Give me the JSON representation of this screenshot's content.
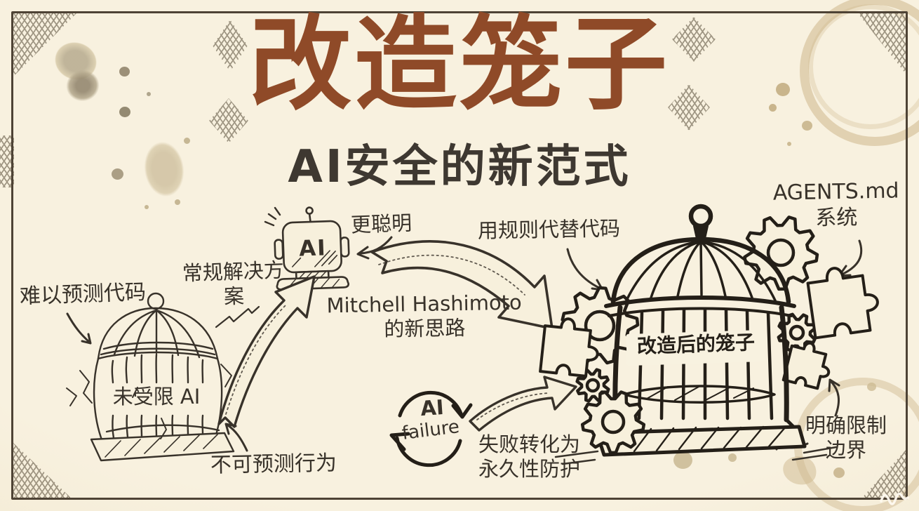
{
  "header": {
    "title": "改造笼子",
    "subtitle": "AI安全的新范式"
  },
  "left": {
    "note_top": "难以预测代码",
    "cage_label": "未受限 AI",
    "note_bottom": "不可预测行为"
  },
  "middle": {
    "conventional": "常规解决方\n案",
    "robot_label": "AI",
    "smarter": "更聪明",
    "mitchell": "Mitchell Hashimoto\n的新思路",
    "failure_line1": "AI",
    "failure_line2": "failure",
    "failure_note": "失败转化为\n永久性防护"
  },
  "right": {
    "rules": "用规则代替代码",
    "cage_label": "改造后的笼子",
    "agents": "AGENTS.md\n系统",
    "boundary": "明确限制\n边界"
  },
  "colors": {
    "paper": "#f7f0dc",
    "ink": "#38322a",
    "ink_bold": "#241f18",
    "title": "#8f4a28",
    "stain": "#d2bf99"
  }
}
